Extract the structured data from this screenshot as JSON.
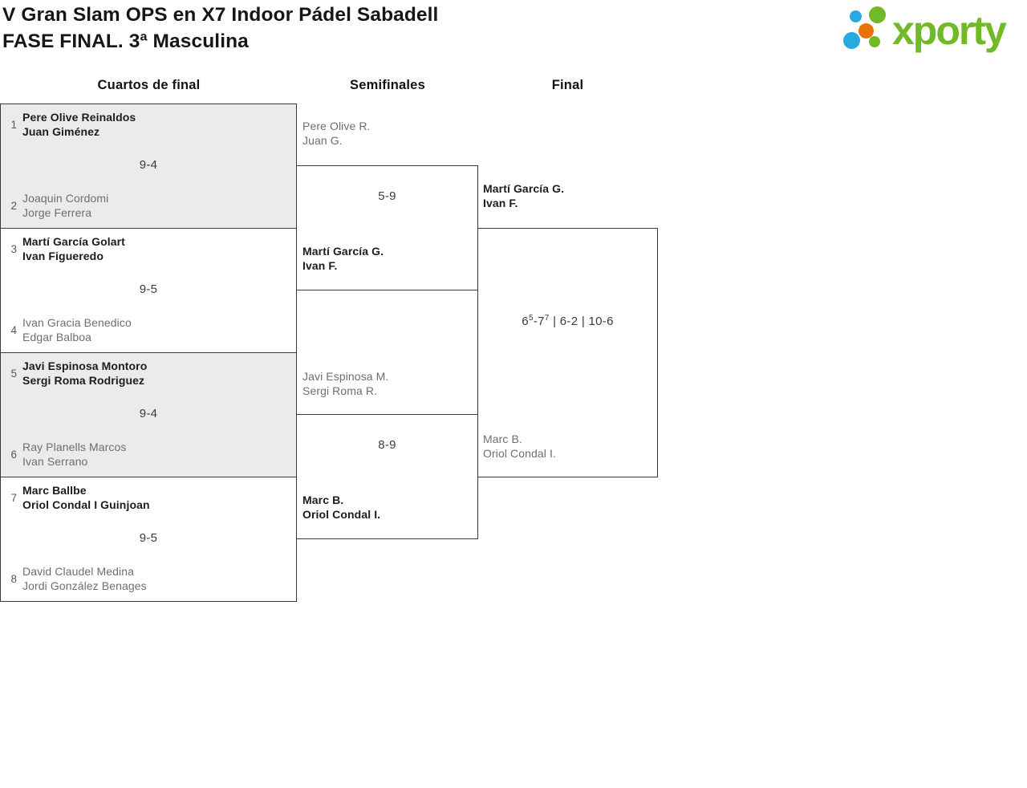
{
  "header": {
    "title_line1": "V Gran Slam OPS en X7 Indoor Pádel Sabadell",
    "title_line2": "FASE FINAL. 3ª Masculina",
    "logo_text": "xporty"
  },
  "theme": {
    "green": "#72b928",
    "blue": "#29a9e1",
    "orange": "#e8730a",
    "line": "#3a3a3a",
    "shade": "#ebebeb",
    "win": "#1d1d1d",
    "lose": "#6e6e6e",
    "score": "#3a3a3a",
    "seed": "#585858"
  },
  "columns": {
    "quarterfinals_label": "Cuartos de final",
    "semifinals_label": "Semifinales",
    "final_label": "Final"
  },
  "bracket": {
    "quarterfinals": [
      {
        "seed_top": "1",
        "team_top": [
          "Pere Olive Reinaldos",
          "Juan Giménez"
        ],
        "score": "9-4",
        "seed_bottom": "2",
        "team_bottom": [
          "Joaquin Cordomi",
          "Jorge Ferrera"
        ],
        "winner": "top"
      },
      {
        "seed_top": "3",
        "team_top": [
          "Martí García Golart",
          "Ivan Figueredo"
        ],
        "score": "9-5",
        "seed_bottom": "4",
        "team_bottom": [
          "Ivan Gracia Benedico",
          "Edgar Balboa"
        ],
        "winner": "top"
      },
      {
        "seed_top": "5",
        "team_top": [
          "Javi Espinosa Montoro",
          "Sergi Roma Rodriguez"
        ],
        "score": "9-4",
        "seed_bottom": "6",
        "team_bottom": [
          "Ray Planells Marcos",
          "Ivan Serrano"
        ],
        "winner": "top"
      },
      {
        "seed_top": "7",
        "team_top": [
          "Marc Ballbe",
          "Oriol Condal I Guinjoan"
        ],
        "score": "9-5",
        "seed_bottom": "8",
        "team_bottom": [
          "David Claudel Medina",
          "Jordi González Benages"
        ],
        "winner": "top"
      }
    ],
    "semifinals": [
      {
        "team_top": [
          "Pere Olive R.",
          "Juan G."
        ],
        "score": "5-9",
        "team_bottom": [
          "Martí García G.",
          "Ivan F."
        ],
        "winner": "bottom"
      },
      {
        "team_top": [
          "Javi Espinosa M.",
          "Sergi Roma R."
        ],
        "score": "8-9",
        "team_bottom": [
          "Marc B.",
          "Oriol Condal I."
        ],
        "winner": "bottom"
      }
    ],
    "final": {
      "team_top": [
        "Martí García G.",
        "Ivan F."
      ],
      "team_bottom": [
        "Marc B.",
        "Oriol Condal I."
      ],
      "winner": "top",
      "score_parts": {
        "a1": "6",
        "a1sup": "5",
        "dash": "-",
        "b1": "7",
        "b1sup": "7",
        "rest": " | 6-2 | 10-6"
      }
    }
  }
}
